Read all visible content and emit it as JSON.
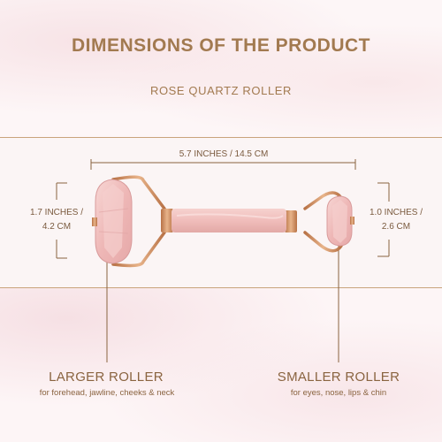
{
  "header": {
    "title": "DIMENSIONS OF THE PRODUCT",
    "subtitle": "ROSE QUARTZ ROLLER"
  },
  "dimensions": {
    "length": "5.7 INCHES / 14.5 CM",
    "large_height_line1": "1.7 INCHES /",
    "large_height_line2": "4.2 CM",
    "small_height_line1": "1.0 INCHES /",
    "small_height_line2": "2.6 CM"
  },
  "labels": {
    "larger_title": "LARGER ROLLER",
    "larger_desc": "for forehead, jawline, cheeks & neck",
    "smaller_title": "SMALLER ROLLER",
    "smaller_desc": "for eyes, nose, lips & chin"
  },
  "colors": {
    "accent": "#a27a50",
    "rule": "#c9a47c",
    "quartz": "#f2c2c2",
    "metal": "#c98a5a"
  }
}
